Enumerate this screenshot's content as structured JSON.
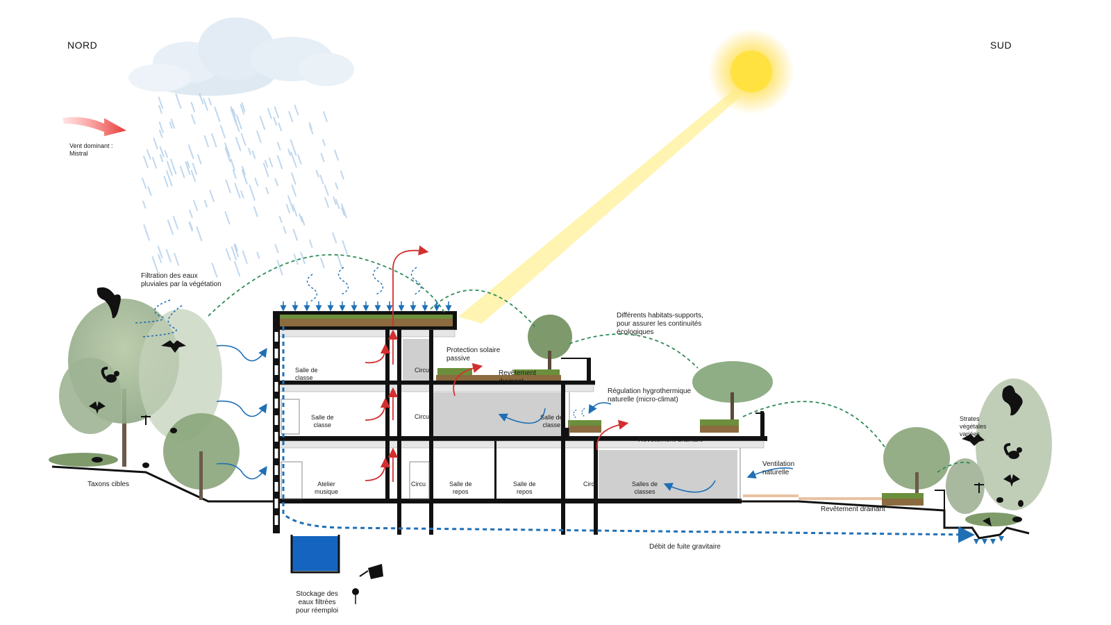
{
  "orientation": {
    "north": "NORD",
    "south": "SUD"
  },
  "climate": {
    "wind": "Vent dominant :\nMistral"
  },
  "annotations": {
    "filtration": "Filtration des eaux\npluviales par la végétation",
    "habitats": "Différents habitats-supports,\npour assurer les continuités\nécologiques",
    "solar_protection": "Protection solaire\npassive",
    "drainant_roof_1": "Revêtement\ndrainant",
    "hygrothermal": "Régulation hygrothermique\nnaturelle (micro-climat)",
    "drainant_roof_2": "Revêtement drainant",
    "ventilation": "Ventilation\nnaturelle",
    "drainant_ground": "Revêtement drainant",
    "strates": "Strates\nvégétales\nvariées",
    "taxons": "Taxons cibles",
    "gravity_flow": "Débit de fuite gravitaire",
    "storage": "Stockage des\neaux filtrées\npour réemploi"
  },
  "rooms": {
    "classroom_top": "Salle de\nclasse",
    "classroom_mid": "Salle de\nclasse",
    "music_workshop": "Atelier\nmusique",
    "circu_top": "Circu",
    "circu_mid": "Circu",
    "circu_low": "Circu",
    "rest_1": "Salle de\nrepos",
    "rest_2": "Salle de\nrepos",
    "classroom_stepped": "Salle de\nclasse",
    "circu_east": "Circu",
    "classrooms_east": "Salles de\nclasses"
  },
  "colors": {
    "structure": "#111111",
    "room_shade": "#cfcfcf",
    "water_dash": "#1f6fb5",
    "storage_tank": "#1565c0",
    "ecology_dash": "#2e8b57",
    "air_flow": "#d32f2f",
    "outside_air": "#1f6fb5",
    "sun": "#ffe14a",
    "green_roof": "#6b8f3c",
    "soil": "#8b6b3f"
  },
  "icons": [
    "cloud-icon",
    "rain-icon",
    "sun-icon",
    "wind-arrow-icon",
    "bird-icon",
    "bat-icon",
    "squirrel-icon",
    "butterfly-icon",
    "dragonfly-icon",
    "bee-icon",
    "tree-icon",
    "watering-can-icon",
    "flower-icon",
    "water-tank-icon"
  ]
}
